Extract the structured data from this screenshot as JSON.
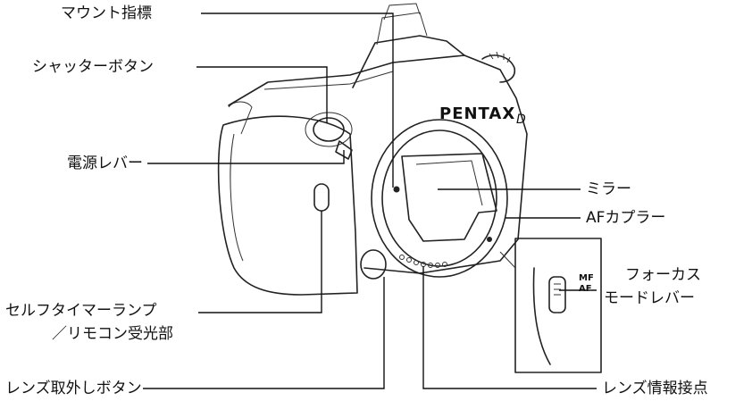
{
  "labels": {
    "mount_index": "マウント指標",
    "shutter_button": "シャッターボタン",
    "power_lever": "電源レバー",
    "self_timer_line1": "セルフタイマーランプ",
    "self_timer_line2": "／リモコン受光部",
    "lens_release_button": "レンズ取外しボタン",
    "mirror": "ミラー",
    "af_coupler": "AFカプラー",
    "focus_mode_line1": "フォーカス",
    "focus_mode_line2": "モードレバー",
    "lens_contacts": "レンズ情報接点"
  },
  "camera": {
    "brand": "PENTAX",
    "model_mark": "D",
    "switch_mf": "MF",
    "switch_af": "AF"
  }
}
